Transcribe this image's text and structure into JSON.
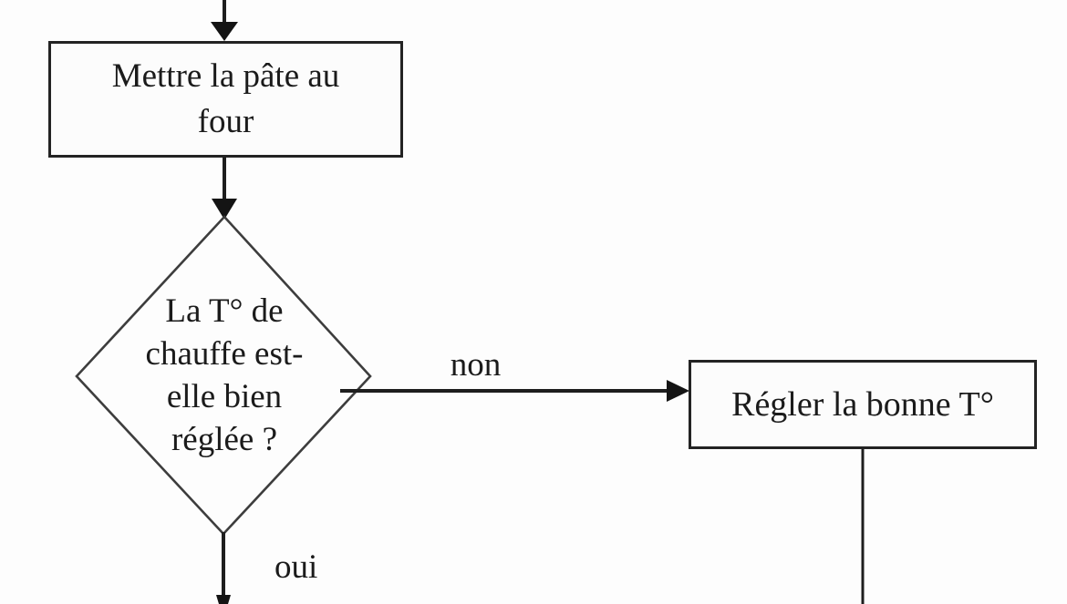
{
  "flowchart": {
    "nodes": {
      "oven": {
        "type": "process",
        "label": "Mettre la pâte au four",
        "lines": [
          "Mettre la pâte au",
          "four"
        ]
      },
      "temp_check": {
        "type": "decision",
        "label": "La T° de chauffe est-elle bien réglée ?",
        "lines": [
          "La T° de",
          "chauffe est-",
          "elle bien",
          "réglée ?"
        ]
      },
      "set_temp": {
        "type": "process",
        "label": "Régler la bonne T°",
        "lines": [
          "Régler la bonne T°"
        ]
      }
    },
    "edge_labels": {
      "no": "non",
      "yes": "oui"
    },
    "colors": {
      "ink": "#1e1e1e",
      "background": "#fdfdfd"
    }
  }
}
